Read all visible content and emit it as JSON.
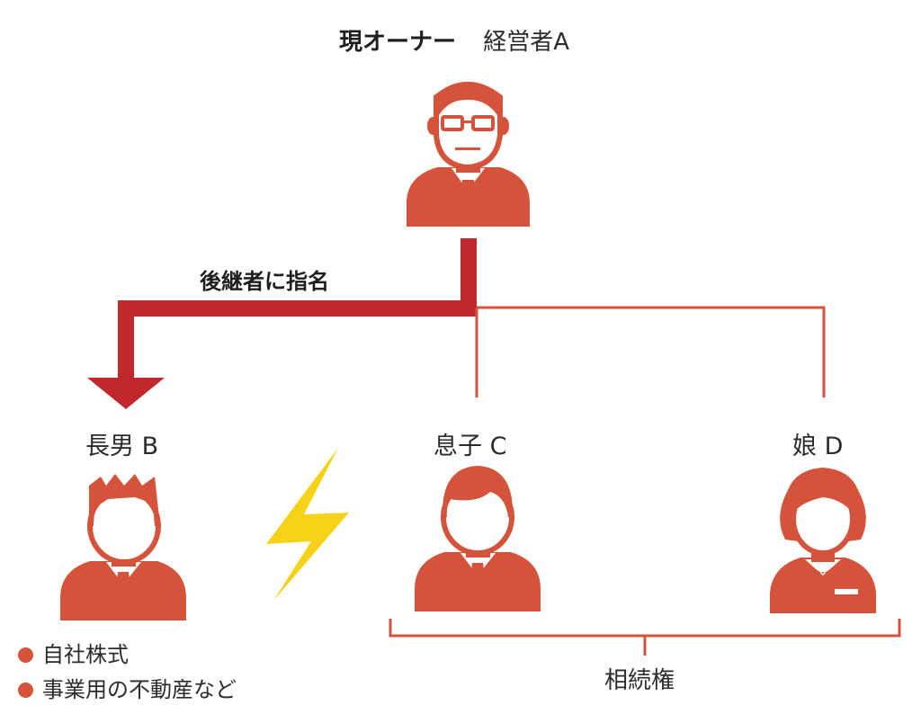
{
  "owner": {
    "title_bold": "現オーナー",
    "title_name": "経営者A"
  },
  "successor_arrow_label": "後継者に指名",
  "children": [
    {
      "id": "b",
      "label": "長男 B"
    },
    {
      "id": "c",
      "label": "息子 C"
    },
    {
      "id": "d",
      "label": "娘 D"
    }
  ],
  "assets": [
    "自社株式",
    "事業用の不動産など"
  ],
  "inheritance_label": "相続権",
  "colors": {
    "person": "#d4533a",
    "succession_arrow": "#c0282d",
    "tree_line": "#d4533a",
    "bolt": "#f7d117"
  },
  "icons": [
    "owner-person-icon",
    "son-b-person-icon",
    "son-c-person-icon",
    "daughter-d-person-icon",
    "lightning-bolt-icon",
    "down-arrow-icon"
  ]
}
